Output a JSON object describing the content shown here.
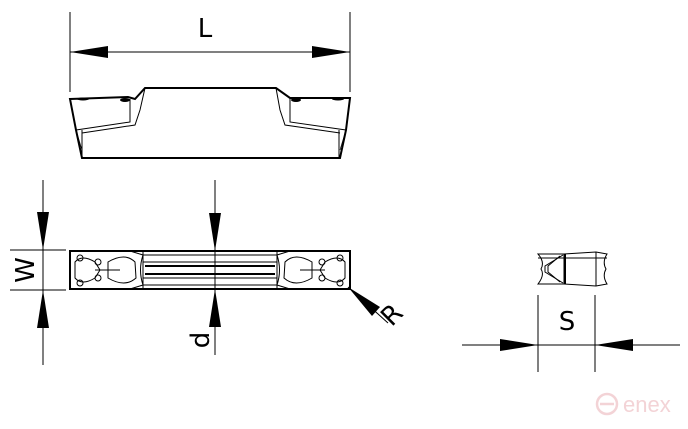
{
  "dimensions": {
    "length": "L",
    "width": "W",
    "hole": "d",
    "radius": "R",
    "thickness": "S"
  },
  "watermark": "enex",
  "colors": {
    "line": "#000000",
    "watermark": "#f3d3d6"
  }
}
